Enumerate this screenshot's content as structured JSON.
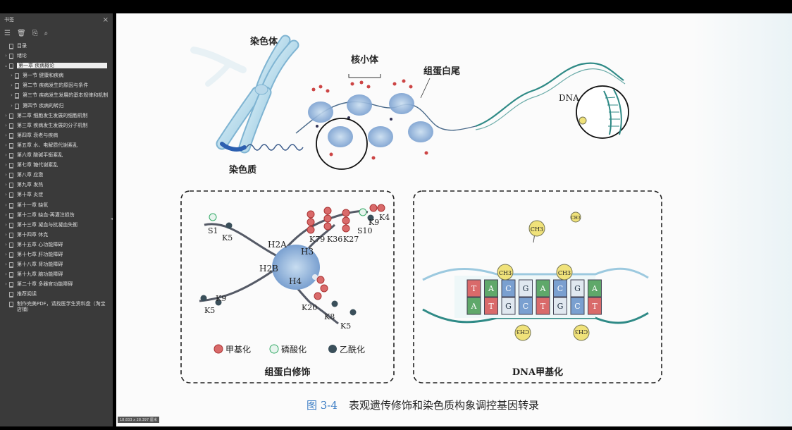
{
  "sidebar": {
    "title": "书签",
    "close": "×",
    "items": [
      {
        "label": "目录",
        "level": 0,
        "toggle": ""
      },
      {
        "label": "绪论",
        "level": 0,
        "toggle": "›"
      },
      {
        "label": "第一章 疾病概论",
        "level": 0,
        "toggle": "⌄",
        "selected": true
      },
      {
        "label": "第一节 健康和疾病",
        "level": 1,
        "toggle": "›"
      },
      {
        "label": "第二节 疾病发生的原因与条件",
        "level": 1,
        "toggle": "›"
      },
      {
        "label": "第三节 疾病发生发展的基本规律和机制",
        "level": 1,
        "toggle": "›"
      },
      {
        "label": "第四节 疾病的转归",
        "level": 1,
        "toggle": "›"
      },
      {
        "label": "第二章 细胞发生发展的细胞机制",
        "level": 0,
        "toggle": "›"
      },
      {
        "label": "第三章 疾病发生发展的分子机制",
        "level": 0,
        "toggle": "›"
      },
      {
        "label": "第四章 衰老与疾病",
        "level": 0,
        "toggle": "›"
      },
      {
        "label": "第五章 水、电解质代谢紊乱",
        "level": 0,
        "toggle": "›"
      },
      {
        "label": "第六章 酸碱平衡紊乱",
        "level": 0,
        "toggle": "›"
      },
      {
        "label": "第七章 糖代谢紊乱",
        "level": 0,
        "toggle": "›"
      },
      {
        "label": "第八章 应激",
        "level": 0,
        "toggle": "›"
      },
      {
        "label": "第九章 发热",
        "level": 0,
        "toggle": "›"
      },
      {
        "label": "第十章 炎症",
        "level": 0,
        "toggle": "›"
      },
      {
        "label": "第十一章 缺氧",
        "level": 0,
        "toggle": "›"
      },
      {
        "label": "第十二章 缺血-再灌注损伤",
        "level": 0,
        "toggle": "›"
      },
      {
        "label": "第十三章 凝血与抗凝血失衡",
        "level": 0,
        "toggle": "›"
      },
      {
        "label": "第十四章 休克",
        "level": 0,
        "toggle": "›"
      },
      {
        "label": "第十五章 心功能障碍",
        "level": 0,
        "toggle": "›"
      },
      {
        "label": "第十七章 肝功能障碍",
        "level": 0,
        "toggle": "›"
      },
      {
        "label": "第十八章 肾功能障碍",
        "level": 0,
        "toggle": "›"
      },
      {
        "label": "第十九章 脑功能障碍",
        "level": 0,
        "toggle": "›"
      },
      {
        "label": "第二十章 多器官功能障碍",
        "level": 0,
        "toggle": "›"
      },
      {
        "label": "推荐阅读",
        "level": 0,
        "toggle": ""
      },
      {
        "label": "制作完美PDF，请找医学生资料盘（淘宝店铺）",
        "level": 0,
        "toggle": ""
      }
    ]
  },
  "status": "18.833 x 28.397 厘米",
  "figure": {
    "top": {
      "chromosome": "染色体",
      "chromatin": "染色质",
      "nucleosome": "核小体",
      "histone_tail": "组蛋白尾",
      "dna": "DNA"
    },
    "left_panel": {
      "caption": "组蛋白修饰",
      "labels": {
        "s1": "S1",
        "k5a": "K5",
        "h2a": "H2A",
        "h3": "H3",
        "h2b": "H2B",
        "h4": "H4",
        "k79": "K79",
        "k36": "K36",
        "k27": "K27",
        "s10": "S10",
        "k9a": "K9",
        "k4": "K4",
        "k9b": "K9",
        "k5b": "K5",
        "k20": "K20",
        "k8": "K8",
        "k5c": "K5"
      },
      "legend": {
        "methyl": "甲基化",
        "phospho": "磷酸化",
        "acetyl": "乙酰化"
      }
    },
    "right_panel": {
      "caption": "DNA甲基化",
      "top_strand": [
        "T",
        "A",
        "C",
        "G",
        "A",
        "C",
        "G",
        "A"
      ],
      "bottom_strand": [
        "A",
        "T",
        "G",
        "C",
        "T",
        "G",
        "C",
        "T"
      ],
      "methyl_tag": "CH3"
    },
    "caption_num": "图 3-4",
    "caption_text": "表观遗传修饰和染色质构象调控基因转录"
  },
  "colors": {
    "sidebar_bg": "#3a3a3a",
    "page_bg": "#fbfbfb",
    "accent_blue": "#7fb8d8",
    "methyl_red": "#d96a6a",
    "acetyl_dark": "#3a4f5a",
    "dna_teal": "#2f8a86",
    "caption_blue": "#3a7cc4"
  }
}
